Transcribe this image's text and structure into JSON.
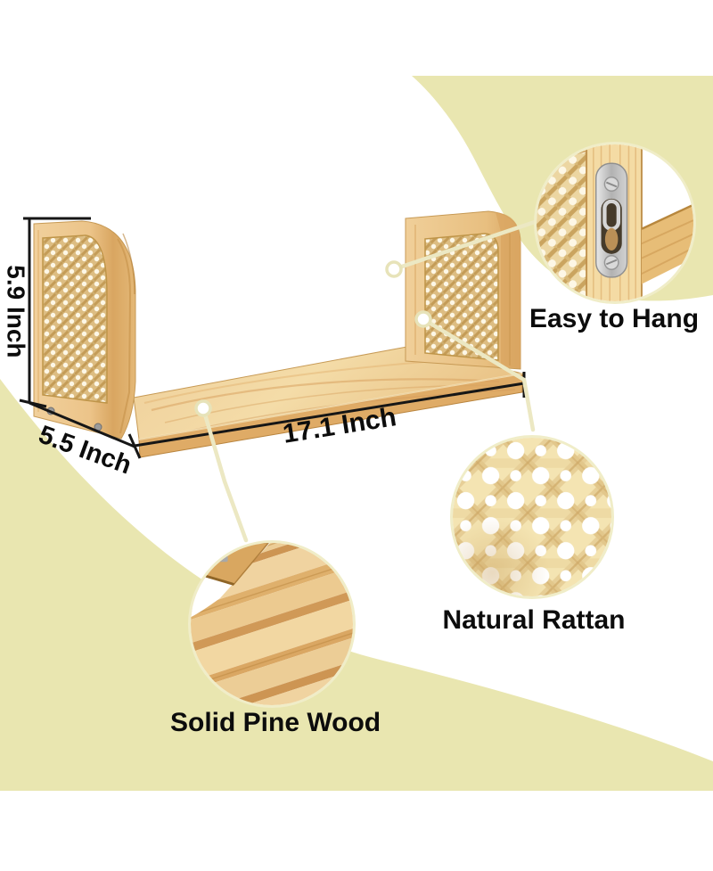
{
  "infographic": {
    "dimensions": {
      "height_label": "5.9 Inch",
      "depth_label": "5.5 Inch",
      "width_label": "17.1 Inch"
    },
    "features": {
      "easy_to_hang": "Easy to Hang",
      "natural_rattan": "Natural Rattan",
      "solid_pine_wood": "Solid Pine Wood"
    },
    "colors": {
      "background_accent": "#e9e6b0",
      "canvas": "#ffffff",
      "wood_light": "#f2d7a2",
      "wood_dark": "#dcaa67",
      "rattan": "#e8d0a0",
      "metal_bracket": "#c9c9c9",
      "dimension_line": "#161616",
      "callout_line": "#ece8c3",
      "label_text": "#0c0c0c"
    }
  }
}
